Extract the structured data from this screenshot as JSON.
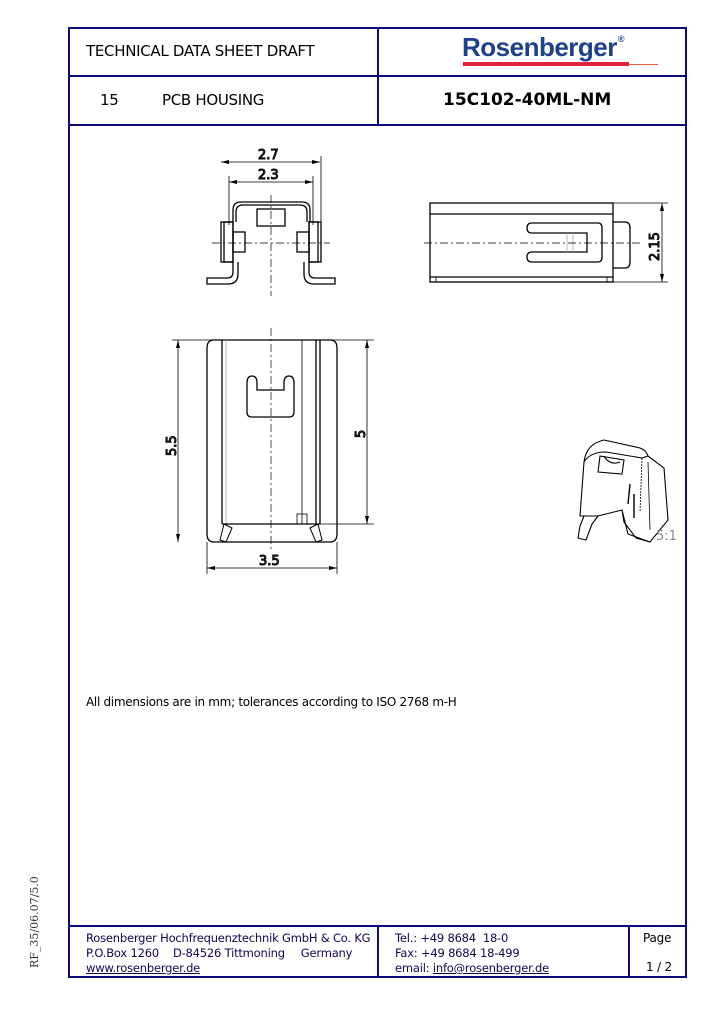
{
  "header": {
    "title": "TECHNICAL DATA SHEET DRAFT",
    "brand": "Rosenberger",
    "brand_mark": "®",
    "series_number": "15",
    "product_name": "PCB HOUSING",
    "part_number": "15C102-40ML-NM"
  },
  "drawing": {
    "front_view": {
      "dim_outer": "2.7",
      "dim_inner": "2.3"
    },
    "side_view": {
      "dim_height": "2.15"
    },
    "top_view": {
      "dim_length_total": "5.5",
      "dim_length": "5",
      "dim_width": "3.5"
    },
    "iso_view": {
      "scale_label": "5:1"
    }
  },
  "note": "All dimensions are in mm; tolerances according to ISO 2768 m-H",
  "footer": {
    "company": "Rosenberger Hochfrequenztechnik GmbH & Co. KG",
    "address_pobox": "P.O.Box 1260",
    "address_city": "D-84526 Tittmoning",
    "address_country": "Germany",
    "website": "www.rosenberger.de",
    "tel": "Tel.: +49 8684  18-0",
    "fax": "Fax: +49 8684 18-499",
    "email_label": "email: ",
    "email": "info@rosenberger.de",
    "page_label": "Page",
    "page_value": "1 / 2"
  },
  "side_code": "RF_35/06.07/5.0",
  "colors": {
    "frame": "#0a0a78",
    "brand_blue": "#1f3f8f",
    "brand_red": "#e0203c"
  }
}
